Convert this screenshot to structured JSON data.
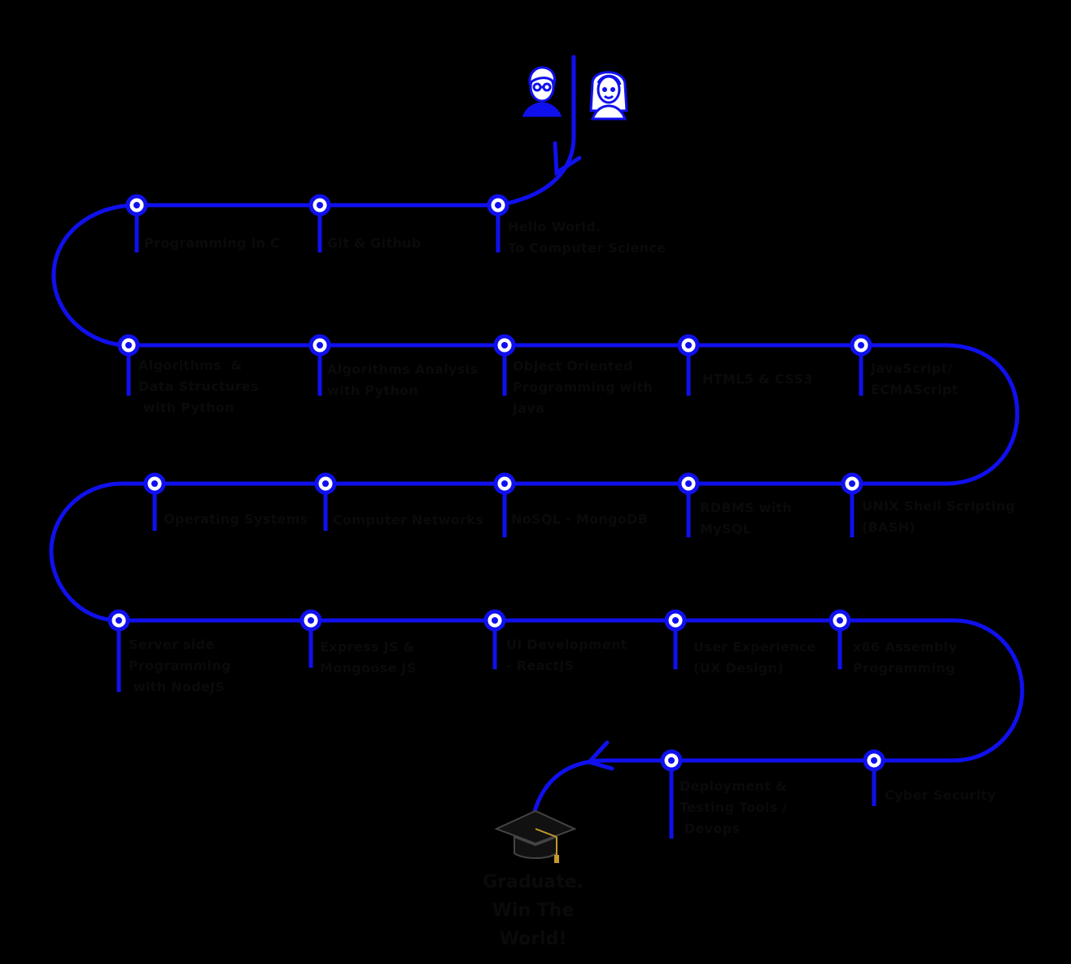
{
  "colors": {
    "path": "#1010ee",
    "background": "#000000",
    "text": "#0a0a0a"
  },
  "start": {
    "avatars": [
      "boy-avatar-icon",
      "girl-avatar-icon"
    ]
  },
  "milestones": [
    {
      "id": "hello-world",
      "label": "Hello World.\nTo Computer Science"
    },
    {
      "id": "git-github",
      "label": "Git & Github"
    },
    {
      "id": "programming-in-c",
      "label": "Programming in C"
    },
    {
      "id": "algorithms-ds",
      "label": "Algorithms  &\nData Structures\n with Python"
    },
    {
      "id": "algorithms-analysis",
      "label": "Algorithms Analysis\nwith Python"
    },
    {
      "id": "oop-java",
      "label": "Object Oriented\nProgramming with\nJava"
    },
    {
      "id": "html-css",
      "label": "HTML5 & CSS3"
    },
    {
      "id": "javascript",
      "label": "JavaScript/\nECMAScript"
    },
    {
      "id": "unix-shell",
      "label": "UNIX Shell Scripting\n(BASH)"
    },
    {
      "id": "rdbms",
      "label": "RDBMS with\nMySQL"
    },
    {
      "id": "nosql",
      "label": "NoSQL - MongoDB"
    },
    {
      "id": "computer-networks",
      "label": "Computer Networks"
    },
    {
      "id": "operating-systems",
      "label": "Operating Systems"
    },
    {
      "id": "nodejs",
      "label": "Server side\nProgramming\n with NodeJS"
    },
    {
      "id": "express",
      "label": "Express JS &\nMongoose JS"
    },
    {
      "id": "react",
      "label": "UI Development\n- ReactJS"
    },
    {
      "id": "ux",
      "label": "User Experience\n(UX Design)"
    },
    {
      "id": "x86",
      "label": "x86 Assembly\nProgramming"
    },
    {
      "id": "cyber-security",
      "label": "Cyber Security"
    },
    {
      "id": "devops",
      "label": "Deployment &\nTesting Tools /\n Devops"
    }
  ],
  "finish": {
    "icon": "graduation-cap-icon",
    "label": "Graduate.\nWin The\nWorld!"
  }
}
